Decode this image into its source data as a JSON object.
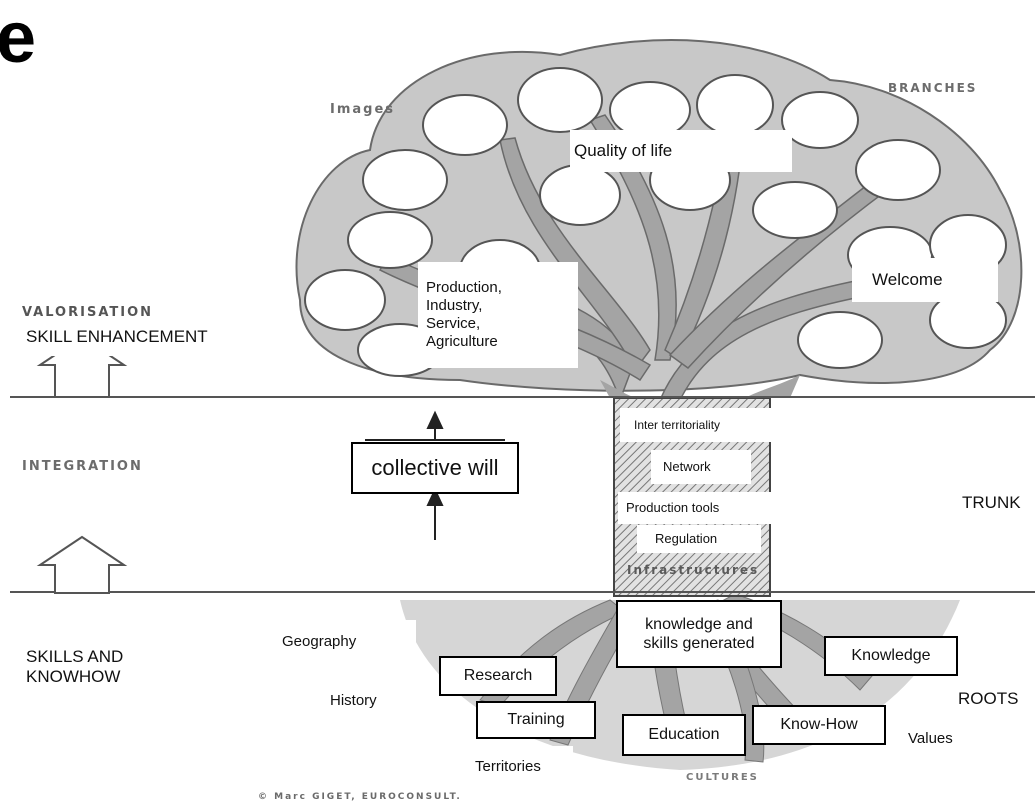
{
  "header_glyph": "e",
  "scanned_labels": {
    "images": "Images",
    "branches": "BRANCHES",
    "valorisation": "VALORISATION",
    "integration": "INTEGRATION",
    "infrastructures": "Infrastructures",
    "cultures": "CULTURES",
    "credit": "© Marc GIGET, EUROCONSULT."
  },
  "labels": {
    "quality_of_life": "Quality of life",
    "production": "Production,\nIndustry,\nService,\nAgriculture",
    "welcome": "Welcome",
    "skill_enhancement": "SKILL ENHANCEMENT",
    "collective_will": "collective will",
    "inter_territoriality": "Inter territoriality",
    "network": "Network",
    "production_tools": "Production  tools",
    "regulation": "Regulation",
    "trunk": "TRUNK",
    "knowledge_generated": "knowledge and\nskills generated",
    "skills_knowhow": "SKILLS AND\nKNOWHOW",
    "geography": "Geography",
    "research": "Research",
    "knowledge": "Knowledge",
    "history": "History",
    "training": "Training",
    "education": "Education",
    "know_how": "Know-How",
    "roots": "ROOTS",
    "values": "Values",
    "territories": "Territories"
  },
  "colors": {
    "canopy": "#c8c8c8",
    "trunk": "#a4a4a4",
    "roots_bg": "#d6d6d6",
    "bubble": "#ffffff",
    "line": "#555555"
  }
}
